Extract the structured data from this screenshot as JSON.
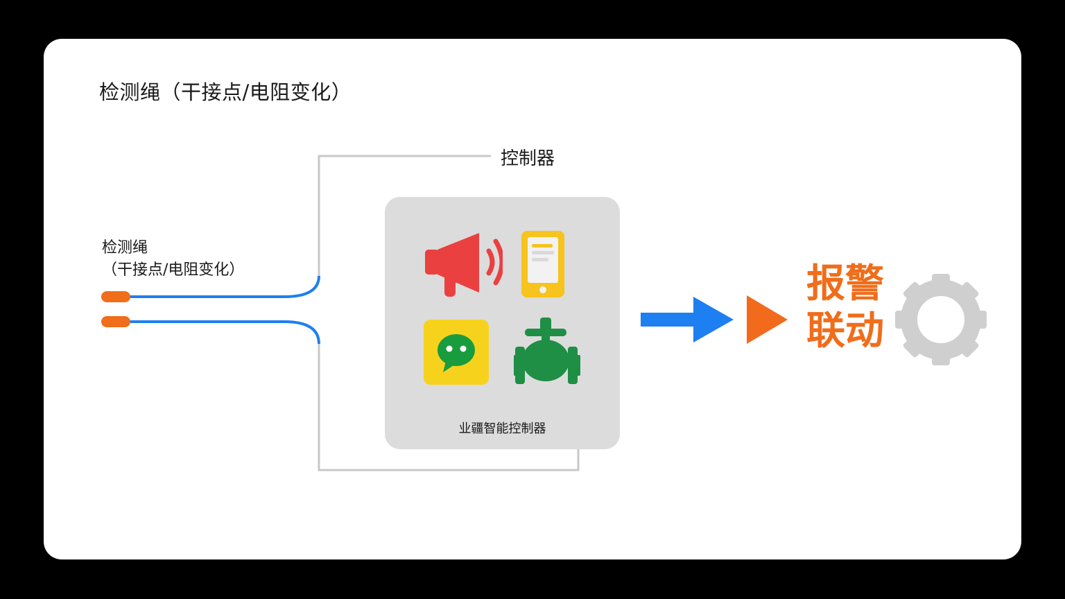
{
  "diagram": {
    "title": "检测绳（干接点/电阻变化）",
    "sensor": {
      "label_line1": "检测绳",
      "label_line2": "（干接点/电阻变化）"
    },
    "controller": {
      "label": "控制器",
      "caption": "业疆智能控制器",
      "icons": [
        "megaphone-icon",
        "phone-icon",
        "chat-icon",
        "valve-icon"
      ]
    },
    "output": {
      "line1": "报警",
      "line2": "联动",
      "icon": "gear-icon"
    },
    "colors": {
      "wire": "#1e7ff0",
      "sensor_tip": "#f06d1a",
      "arrow_blue": "#1e7ff0",
      "arrow_orange": "#f26a1b",
      "alarm_text": "#f06d1a",
      "megaphone": "#ea4040",
      "phone": "#f7c31d",
      "chat_bg": "#f7d21d",
      "chat_bubble": "#189c3e",
      "valve": "#1e8f45",
      "gear": "#cfcfcf",
      "box_bg": "#dcdcdc",
      "connector": "#c8c8c8"
    }
  }
}
